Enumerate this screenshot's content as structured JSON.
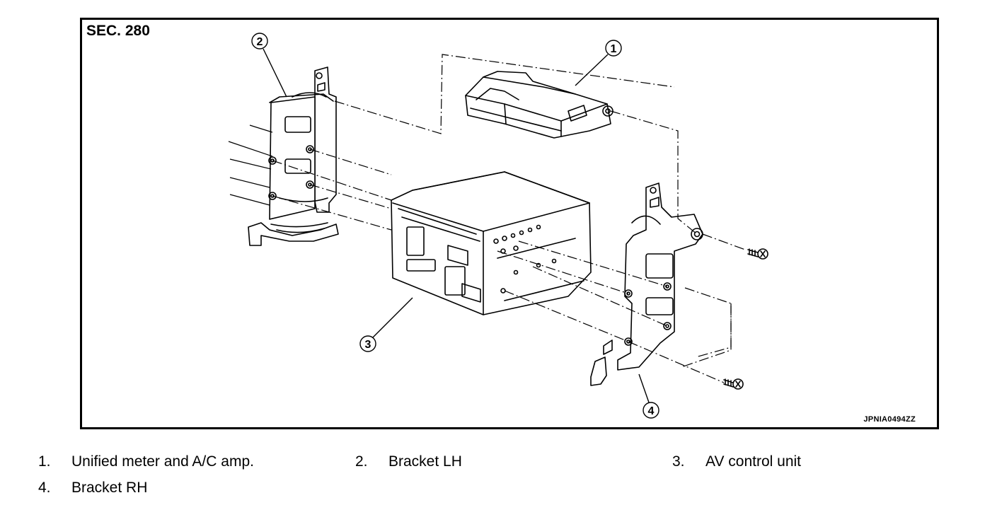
{
  "figure": {
    "section": "SEC. 280",
    "code": "JPNIA0494ZZ",
    "callouts": [
      "1",
      "2",
      "3",
      "4"
    ]
  },
  "legend": [
    {
      "num": "1.",
      "text": "Unified meter and A/C amp."
    },
    {
      "num": "2.",
      "text": "Bracket LH"
    },
    {
      "num": "3.",
      "text": "AV control unit"
    },
    {
      "num": "4.",
      "text": "Bracket RH"
    }
  ]
}
